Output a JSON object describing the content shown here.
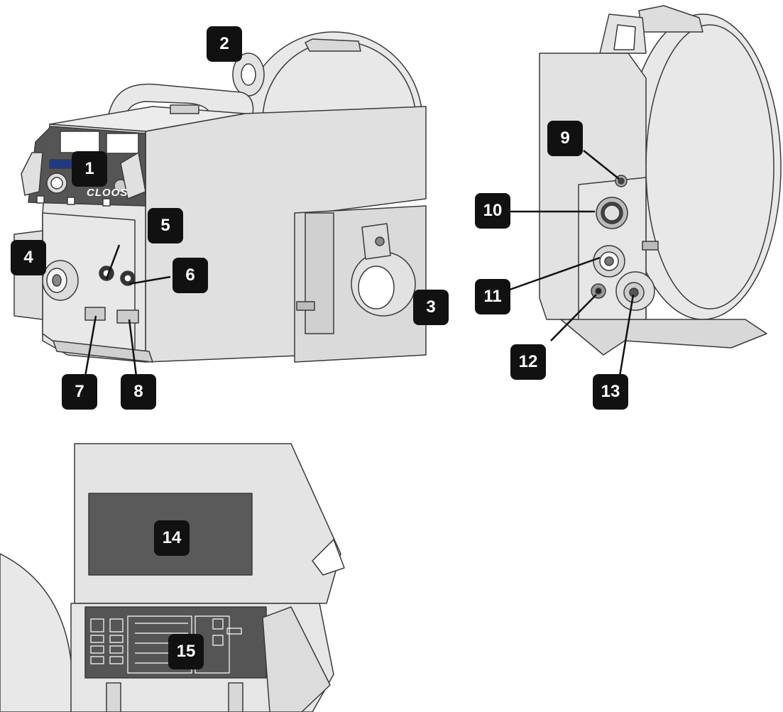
{
  "figure": {
    "brand_text": "CLOOS",
    "callouts": [
      {
        "id": "1",
        "label": "1"
      },
      {
        "id": "2",
        "label": "2"
      },
      {
        "id": "3",
        "label": "3"
      },
      {
        "id": "4",
        "label": "4"
      },
      {
        "id": "5",
        "label": "5"
      },
      {
        "id": "6",
        "label": "6"
      },
      {
        "id": "7",
        "label": "7"
      },
      {
        "id": "8",
        "label": "8"
      },
      {
        "id": "9",
        "label": "9"
      },
      {
        "id": "10",
        "label": "10"
      },
      {
        "id": "11",
        "label": "11"
      },
      {
        "id": "12",
        "label": "12"
      },
      {
        "id": "13",
        "label": "13"
      },
      {
        "id": "14",
        "label": "14"
      },
      {
        "id": "15",
        "label": "15"
      }
    ]
  },
  "colors": {
    "body_fill": "#e4e4e4",
    "outline": "#3a3a3a",
    "label_bg": "#111111",
    "panel_dark": "#555555"
  }
}
